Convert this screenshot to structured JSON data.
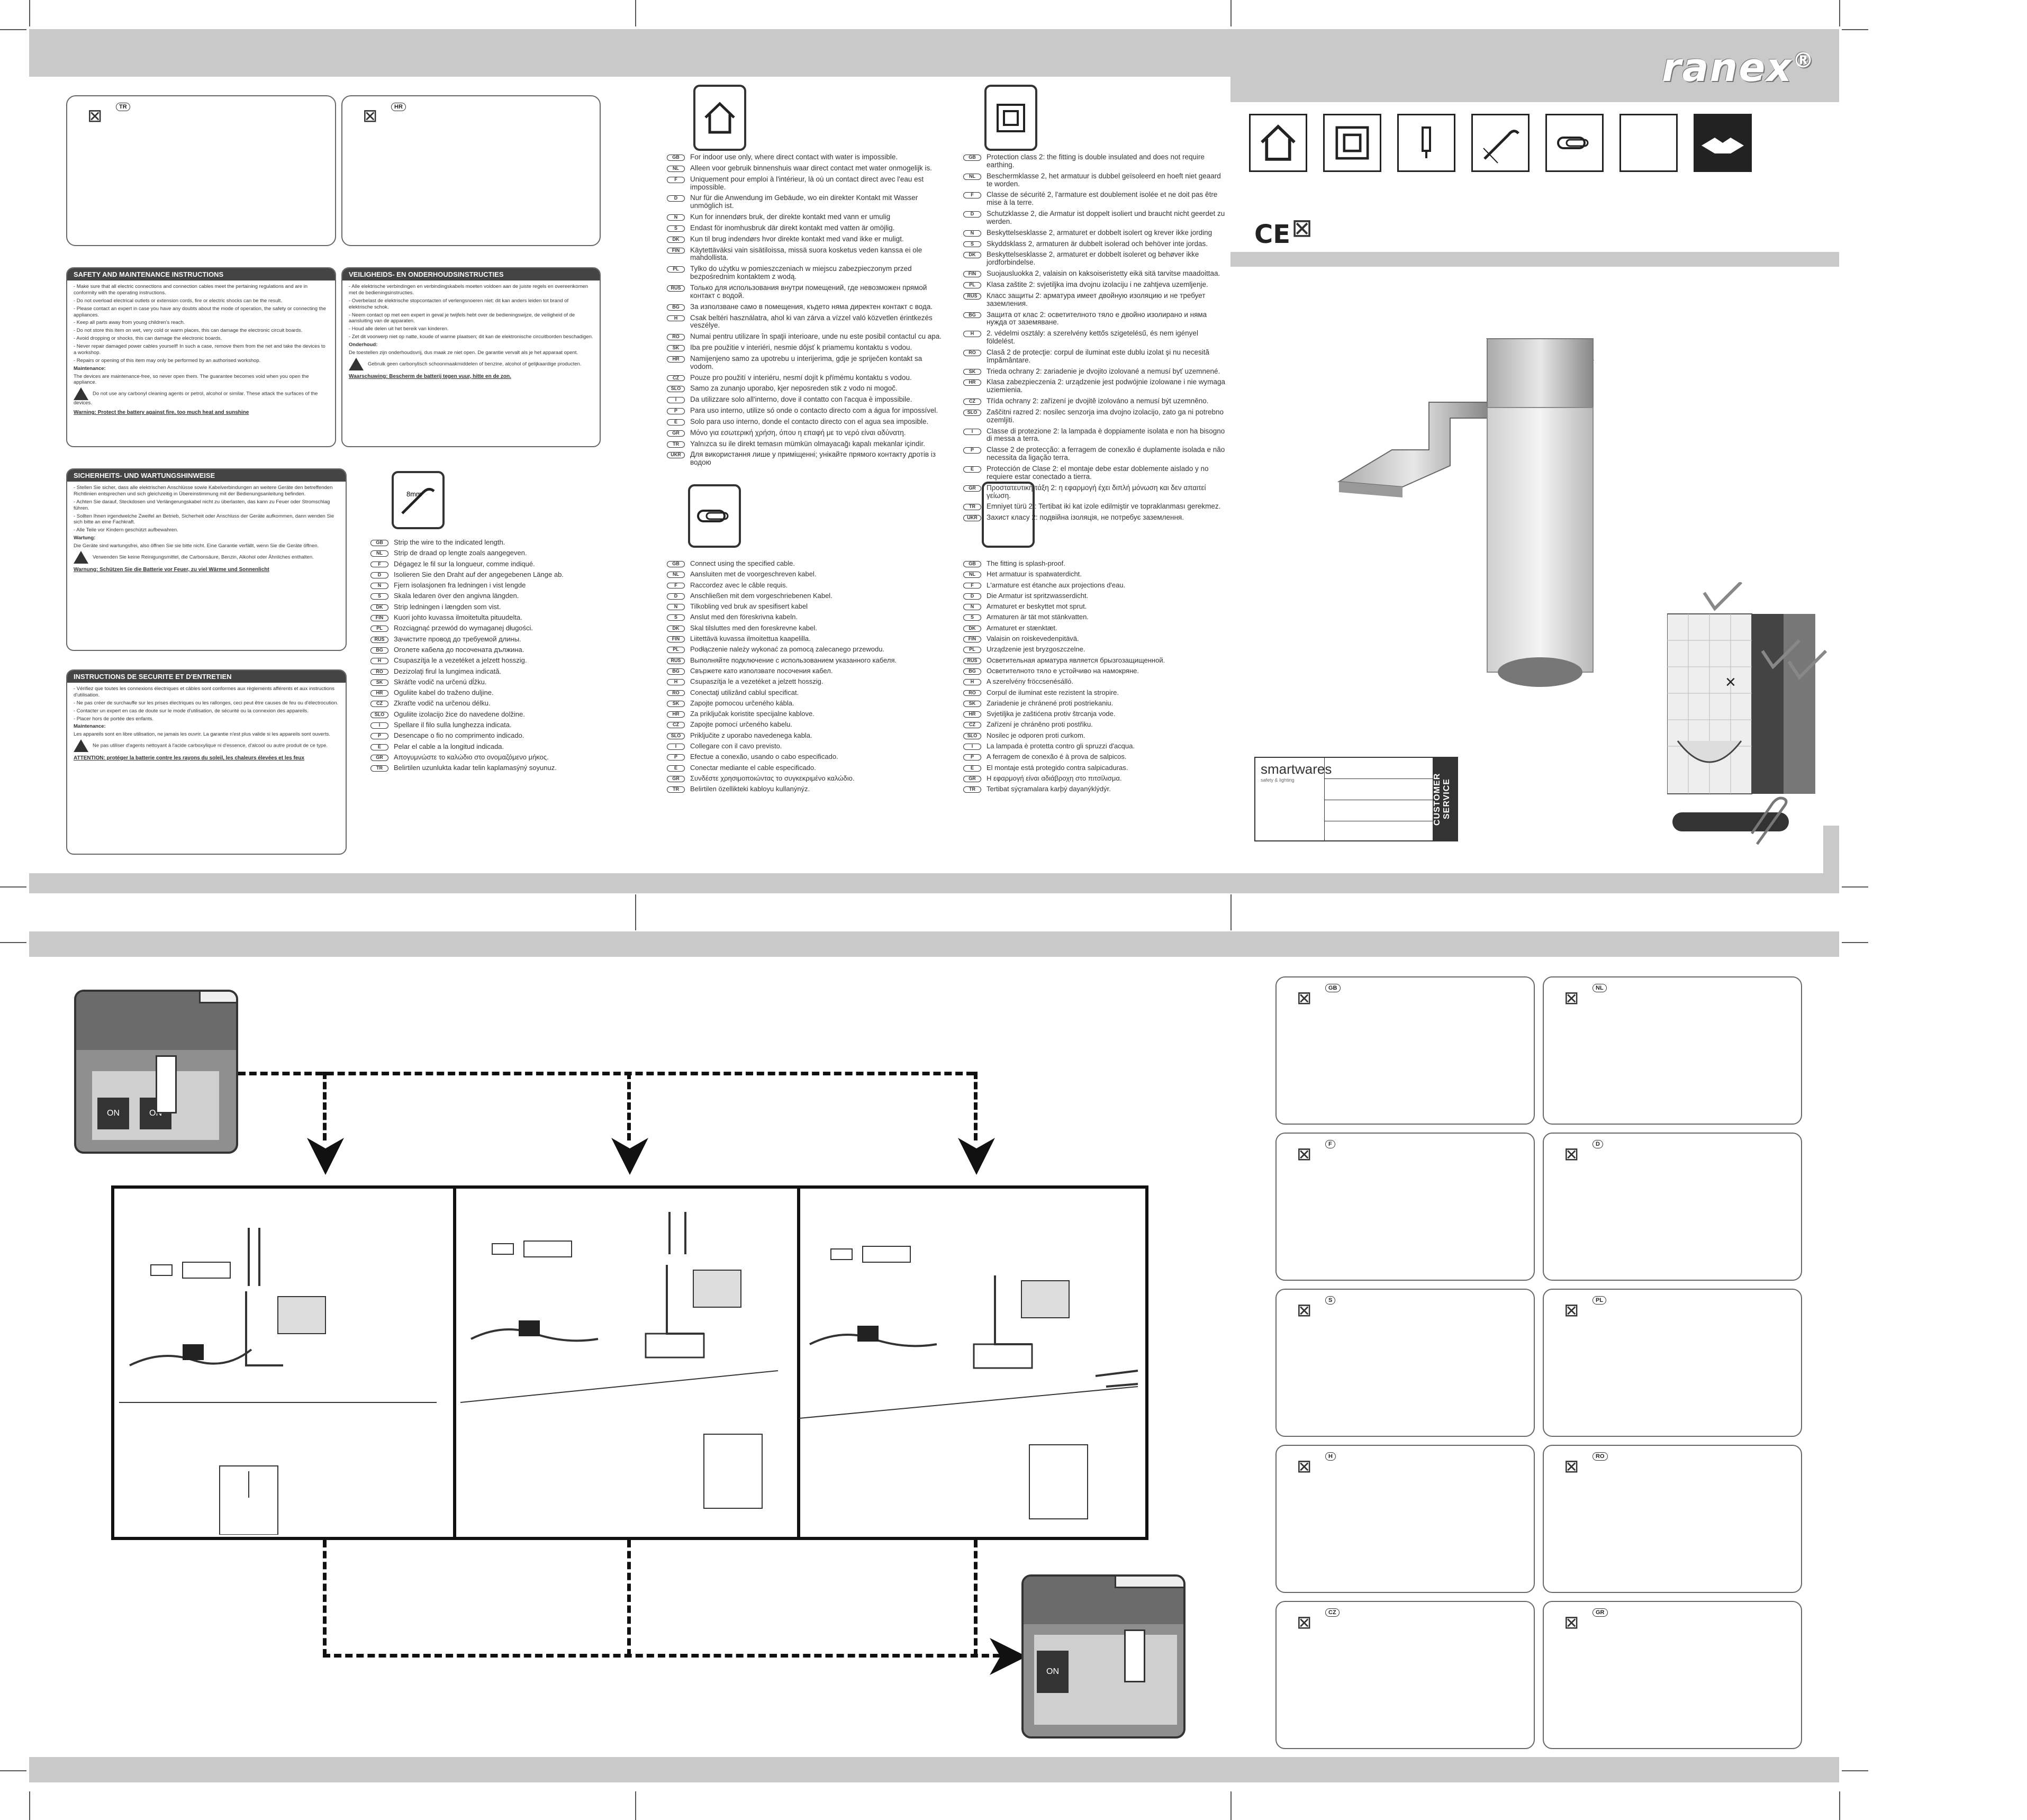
{
  "brand": {
    "name": "ranex",
    "registered": "®"
  },
  "recycle_boxes_top": [
    {
      "lang": "TR"
    },
    {
      "lang": "HR"
    }
  ],
  "safety_blocks": [
    {
      "lang": "GB",
      "title": "SAFETY AND MAINTENANCE INSTRUCTIONS",
      "lines": [
        "- Make sure that all electric connections and connection cables meet the pertaining regulations and are in conformity with the operating instructions.",
        "- Do not overload electrical outlets or extension cords, fire or electric shocks can be the result.",
        "- Please contact an expert in case you have any doubts about the mode of operation, the safety or connecting the appliances.",
        "- Keep all parts away from young children's reach.",
        "- Do not store this item on wet, very cold or warm places, this can damage the electronic circuit boards.",
        "- Avoid dropping or shocks, this can damage the electronic boards.",
        "- Never repair damaged power cables yourself! In such a case, remove them from the net and take the devices to a workshop.",
        "- Repairs or opening of this item may only be performed by an authorised workshop.",
        "Maintenance:",
        "The devices are maintenance-free, so never open them. The guarantee becomes void when you open the appliance."
      ],
      "caution": "Do not use any carbonyl cleaning agents or petrol, alcohol or similar. These attack the surfaces of the devices.",
      "warning": "Warning: Protect the battery against fire, too much heat and sunshine"
    },
    {
      "lang": "NL",
      "title": "VEILIGHEIDS- EN ONDERHOUDSINSTRUCTIES",
      "lines": [
        "- Alle elektrische verbindingen en verbindingskabels moeten voldoen aan de juiste regels en overeenkomen met de bedieningsinstructies.",
        "- Overbelast de elektrische stopcontacten of verlengsnoeren niet; dit kan anders leiden tot brand of elektrische schok.",
        "- Neem contact op met een expert in geval je twijfels hebt over de bedieningswijze, de veiligheid of de aansluiting van de apparaten.",
        "- Houd alle delen uit het bereik van kinderen.",
        "- Zet dit voorwerp niet op natte, koude of warme plaatsen; dit kan de elektronische circuitborden beschadigen.",
        "Onderhoud:",
        "De toestellen zijn onderhoudsvrij, dus maak ze niet open. De garantie vervalt als je het apparaat opent."
      ],
      "caution": "Gebruik geen carbonylisch schoonmaakmiddelen of benzine, alcohol of gelijkaardige producten.",
      "warning": "Waarschuwing: Bescherm de batterij tegen vuur, hitte en de zon."
    },
    {
      "lang": "D",
      "title": "SICHERHEITS- UND WARTUNGSHINWEISE",
      "lines": [
        "- Stellen Sie sicher, dass alle elektrischen Anschlüsse sowie Kabelverbindungen an weitere Geräte den betreffenden Richtlinien entsprechen und sich gleichzeitig in Übereinstimmung mit der Bedienungsanleitung befinden.",
        "- Achten Sie darauf, Steckdosen und Verlängerungskabel nicht zu überlasten, das kann zu Feuer oder Stromschlag führen.",
        "- Sollten Ihnen irgendwelche Zweifel an Betrieb, Sicherheit oder Anschluss der Geräte aufkommen, dann wenden Sie sich bitte an eine Fachkraft.",
        "- Alle Teile vor Kindern geschützt aufbewahren.",
        "Wartung:",
        "Die Geräte sind wartungsfrei, also öffnen Sie sie bitte nicht. Eine Garantie verfällt, wenn Sie die Geräte öffnen."
      ],
      "caution": "Verwenden Sie keine Reinigungsmittel, die Carbonsäure, Benzin, Alkohol oder Ähnliches enthalten.",
      "warning": "Warnung: Schützen Sie die Batterie vor Feuer, zu viel Wärme und Sonnenlicht"
    },
    {
      "lang": "F",
      "title": "INSTRUCTIONS DE SECURITE ET D'ENTRETIEN",
      "lines": [
        "- Vérifiez que toutes les connexions électriques et câbles sont conformes aux règlements afférents et aux instructions d'utilisation.",
        "- Ne pas créer de surchauffe sur les prises électriques ou les rallonges, ceci peut être causes de feu ou d'électrocution.",
        "- Contacter un expert en cas de doute sur le mode d'utilisation, de sécurité ou la connexion des appareils.",
        "- Placer hors de portée des enfants.",
        "Maintenance:",
        "Les appareils sont en libre utilisation, ne jamais les ouvrir. La garantie n'est plus valide si les appareils sont ouverts."
      ],
      "caution": "Ne pas utiliser d'agents nettoyant à l'acide carboxylique ni d'essence, d'alcool ou autre produit de ce type.",
      "warning": "ATTENTION: protéger la batterie contre les rayons du soleil, les chaleurs élevées et les feux"
    }
  ],
  "indoor_use": [
    {
      "code": "GB",
      "text": "For indoor use only, where direct contact with water is impossible."
    },
    {
      "code": "NL",
      "text": "Alleen voor gebruik binnenshuis waar direct contact met water onmogelijk is."
    },
    {
      "code": "F",
      "text": "Uniquement pour emploi à l'intérieur, là où un contact direct avec l'eau est impossible."
    },
    {
      "code": "D",
      "text": "Nur für die Anwendung im Gebäude, wo ein direkter Kontakt mit Wasser unmöglich ist."
    },
    {
      "code": "N",
      "text": "Kun for innendørs bruk, der direkte kontakt med vann er umulig"
    },
    {
      "code": "S",
      "text": "Endast för inomhusbruk där direkt kontakt med vatten är omöjlig."
    },
    {
      "code": "DK",
      "text": "Kun til brug indendørs hvor direkte kontakt med vand ikke er muligt."
    },
    {
      "code": "FIN",
      "text": "Käytettäväksi vain sisätiloissa, missä suora kosketus veden kanssa ei ole mahdollista."
    },
    {
      "code": "PL",
      "text": "Tylko do użytku w pomieszczeniach w miejscu zabezpieczonym przed bezpośrednim kontaktem z wodą."
    },
    {
      "code": "RUS",
      "text": "Только для использования внутри помещений, где невозможен прямой контакт с водой."
    },
    {
      "code": "BG",
      "text": "За използване само в помещения, където няма директен контакт с вода."
    },
    {
      "code": "H",
      "text": "Csak beltéri használatra, ahol ki van zárva a vízzel való közvetlen érintkezés veszélye."
    },
    {
      "code": "RO",
      "text": "Numai pentru utilizare în spaţii interioare, unde nu este posibil contactul cu apa."
    },
    {
      "code": "SK",
      "text": "Iba pre použitie v interiéri, nesmie dôjsť k priamemu kontaktu s vodou."
    },
    {
      "code": "HR",
      "text": "Namijenjeno samo za upotrebu u interijerima, gdje je spriječen kontakt sa vodom."
    },
    {
      "code": "CZ",
      "text": "Pouze pro použití v interiéru, nesmí dojít k přímému kontaktu s vodou."
    },
    {
      "code": "SLO",
      "text": "Samo za zunanjo uporabo, kjer neposreden stik z vodo ni mogoč."
    },
    {
      "code": "I",
      "text": "Da utilizzare solo all'interno, dove il contatto con l'acqua è impossibile."
    },
    {
      "code": "P",
      "text": "Para uso interno, utilize só onde o contacto directo com a água for impossível."
    },
    {
      "code": "E",
      "text": "Solo para uso interno, donde el contacto directo con el agua sea imposible."
    },
    {
      "code": "GR",
      "text": "Μόνο για εσωτερική χρήση, όπου η επαφή με το νερό είναι αδύνατη."
    },
    {
      "code": "TR",
      "text": "Yalnızca su ile direkt temasın mümkün olmayacağı kapalı mekanlar içindir."
    },
    {
      "code": "UKR",
      "text": "Для використання лише у приміщенні; унікайте прямого контакту дротів із водою"
    }
  ],
  "protection_class": [
    {
      "code": "GB",
      "text": "Protection class 2: the fitting is double insulated and does not require earthing."
    },
    {
      "code": "NL",
      "text": "Beschermklasse 2, het armatuur is dubbel geïsoleerd en hoeft niet geaard te worden."
    },
    {
      "code": "F",
      "text": "Classe de sécurité 2, l'armature est doublement isolée et ne doit pas être mise à la terre."
    },
    {
      "code": "D",
      "text": "Schutzklasse 2, die Armatur ist doppelt isoliert und braucht nicht geerdet zu werden."
    },
    {
      "code": "N",
      "text": "Beskyttelsesklasse 2, armaturet er dobbelt isolert og krever ikke jording"
    },
    {
      "code": "S",
      "text": "Skyddsklass 2, armaturen är dubbelt isolerad och behöver inte jordas."
    },
    {
      "code": "DK",
      "text": "Beskyttelsesklasse 2, armaturet er dobbelt isoleret og behøver ikke jordforbindelse."
    },
    {
      "code": "FIN",
      "text": "Suojausluokka 2, valaisin on kaksoiseristetty eikä sitä tarvitse maadoittaa."
    },
    {
      "code": "PL",
      "text": "Klasa zaštite 2: svjetiljka ima dvojnu izolaciju i ne zahtjeva uzemljenje."
    },
    {
      "code": "RUS",
      "text": "Класс защиты 2: арматура имеет двойную изоляцию и не требует заземления."
    },
    {
      "code": "BG",
      "text": "Защита от клас 2: осветителното тяло е двойно изолирано и няма нужда от заземяване."
    },
    {
      "code": "H",
      "text": "2. védelmi osztály: a szerelvény kettős szigetelésű, és nem igényel földelést."
    },
    {
      "code": "RO",
      "text": "Clasă 2 de protecţie: corpul de iluminat este dublu izolat şi nu necesită împământare."
    },
    {
      "code": "SK",
      "text": "Trieda ochrany 2: zariadenie je dvojito izolované a nemusí byť uzemnené."
    },
    {
      "code": "HR",
      "text": "Klasa zabezpieczenia 2: urządzenie jest podwójnie izolowane i nie wymaga uziemienia."
    },
    {
      "code": "CZ",
      "text": "Třída ochrany 2: zařízení je dvojitě izolováno a nemusí být uzemněno."
    },
    {
      "code": "SLO",
      "text": "Zaščitni razred 2: nosilec senzorja ima dvojno izolacijo, zato ga ni potrebno ozemljiti."
    },
    {
      "code": "I",
      "text": "Classe di protezione 2: la lampada è doppiamente isolata e non ha bisogno di messa a terra."
    },
    {
      "code": "P",
      "text": "Classe 2 de protecção: a ferragem de conexão é duplamente isolada e não necessita da ligação terra."
    },
    {
      "code": "E",
      "text": "Protección de Clase 2: el montaje debe estar doblemente aislado y no requiere estar conectado a tierra."
    },
    {
      "code": "GR",
      "text": "Προστατευτική τάξη 2: η εφαρμογή έχει διπλή μόνωση και δεν απαιτεί γείωση."
    },
    {
      "code": "TR",
      "text": "Emniyet türü 2 : Tertibat iki kat izole edilmiştir ve topraklanması gerekmez."
    },
    {
      "code": "UKR",
      "text": "Захист класу 2: подвійна ізоляція, не потребує заземлення."
    }
  ],
  "strip_wire": {
    "dimension": "8mm",
    "items": [
      {
        "code": "GB",
        "text": "Strip the wire to the indicated length."
      },
      {
        "code": "NL",
        "text": "Strip de draad op lengte zoals aangegeven."
      },
      {
        "code": "F",
        "text": "Dégagez le fil sur la longueur, comme indiqué."
      },
      {
        "code": "D",
        "text": "Isolieren Sie den Draht auf der angegebenen Länge ab."
      },
      {
        "code": "N",
        "text": "Fjern isolasjonen fra ledningen i vist lengde"
      },
      {
        "code": "S",
        "text": "Skala ledaren över den angivna längden."
      },
      {
        "code": "DK",
        "text": "Strip ledningen i længden som vist."
      },
      {
        "code": "FIN",
        "text": "Kuori johto kuvassa ilmoitetulta pituudelta."
      },
      {
        "code": "PL",
        "text": "Rozciągnąć przewód do wymaganej długości."
      },
      {
        "code": "RUS",
        "text": "Зачистите провод до требуемой длины."
      },
      {
        "code": "BG",
        "text": "Оголете кабела до посочената дължина."
      },
      {
        "code": "H",
        "text": "Csupaszítja le a vezetéket a jelzett hosszig."
      },
      {
        "code": "RO",
        "text": "Dezizolaţi firul la lungimea indicată."
      },
      {
        "code": "SK",
        "text": "Skráťte vodič na určenú dĺžku."
      },
      {
        "code": "HR",
        "text": "Oguliite kabel do traženo duljine."
      },
      {
        "code": "CZ",
        "text": "Zkraťte vodič na určenou délku."
      },
      {
        "code": "SLO",
        "text": "Oguliite izolacijo žice do navedene dolžine."
      },
      {
        "code": "I",
        "text": "Spellare il filo sulla lunghezza indicata."
      },
      {
        "code": "P",
        "text": "Desencape o fio no comprimento indicado."
      },
      {
        "code": "E",
        "text": "Pelar el cable a la longitud indicada."
      },
      {
        "code": "GR",
        "text": "Απογυμνώστε το καλώδιο στο ονομαζόμενο μήκος."
      },
      {
        "code": "TR",
        "text": "Belirtilen uzunlukta kadar telin kaplamasýný soyunuz."
      }
    ]
  },
  "connect_cable": [
    {
      "code": "GB",
      "text": "Connect using the specified cable."
    },
    {
      "code": "NL",
      "text": "Aansluiten met de voorgeschreven kabel."
    },
    {
      "code": "F",
      "text": "Raccordez avec le câble requis."
    },
    {
      "code": "D",
      "text": "Anschließen mit dem vorgeschriebenen Kabel."
    },
    {
      "code": "N",
      "text": "Tilkobling ved bruk av spesifisert kabel"
    },
    {
      "code": "S",
      "text": "Anslut med den föreskrivna kabeln."
    },
    {
      "code": "DK",
      "text": "Skal tilsluttes med den foreskrevne kabel."
    },
    {
      "code": "FIN",
      "text": "Liitettävä kuvassa ilmoitettua kaapelilla."
    },
    {
      "code": "PL",
      "text": "Podłączenie należy wykonać za pomocą zalecanego przewodu."
    },
    {
      "code": "RUS",
      "text": "Выполняйте подключение с использованием указанного кабеля."
    },
    {
      "code": "BG",
      "text": "Свържете като използвате посочения кабел."
    },
    {
      "code": "H",
      "text": "Csupaszítja le a vezetéket a jelzett hosszig."
    },
    {
      "code": "RO",
      "text": "Conectaţi utilizând cablul specificat."
    },
    {
      "code": "SK",
      "text": "Zapojte pomocou určeného kábla."
    },
    {
      "code": "HR",
      "text": "Za priključak koristite specijalne kablove."
    },
    {
      "code": "CZ",
      "text": "Zapojte pomocí určeného kabelu."
    },
    {
      "code": "SLO",
      "text": "Priključite z uporabo navedenega kabla."
    },
    {
      "code": "I",
      "text": "Collegare con il cavo previsto."
    },
    {
      "code": "P",
      "text": "Efectue a conexão, usando o cabo especificado."
    },
    {
      "code": "E",
      "text": "Conectar mediante el cable especificado."
    },
    {
      "code": "GR",
      "text": "Συνδέστε χρησιμοποιώντας το συγκεκριμένο καλώδιο."
    },
    {
      "code": "TR",
      "text": "Belirtilen özellikteki kabloyu kullanýnýz."
    }
  ],
  "splash_proof": [
    {
      "code": "GB",
      "text": "The fitting is splash-proof."
    },
    {
      "code": "NL",
      "text": "Het armatuur is spatwaterdicht."
    },
    {
      "code": "F",
      "text": "L'armature est étanche aux projections d'eau."
    },
    {
      "code": "D",
      "text": "Die Armatur ist spritzwasserdicht."
    },
    {
      "code": "N",
      "text": "Armaturet er beskyttet mot sprut."
    },
    {
      "code": "S",
      "text": "Armaturen är tät mot stänkvatten."
    },
    {
      "code": "DK",
      "text": "Armaturet er stænktæt."
    },
    {
      "code": "FIN",
      "text": "Valaisin on roiskeveden­pitävä."
    },
    {
      "code": "PL",
      "text": "Urządzenie jest bryzgoszczelne."
    },
    {
      "code": "RUS",
      "text": "Осветительная арматура является брызгозащищенной."
    },
    {
      "code": "BG",
      "text": "Осветителното тяло е устойчиво на намокряне."
    },
    {
      "code": "H",
      "text": "A szerelvény fröccsenésálló."
    },
    {
      "code": "RO",
      "text": "Corpul de iluminat este rezistent la stropire."
    },
    {
      "code": "SK",
      "text": "Zariadenie je chránené proti postriekaniu."
    },
    {
      "code": "HR",
      "text": "Svjetiljka je zaštićena protiv štrcanja vode."
    },
    {
      "code": "CZ",
      "text": "Zařízení je chráněno proti postřiku."
    },
    {
      "code": "SLO",
      "text": "Nosilec je odporen proti curkom."
    },
    {
      "code": "I",
      "text": "La lampada è protetta contro gli spruzzi d'acqua."
    },
    {
      "code": "P",
      "text": "A ferragem de conexão é à prova de salpicos."
    },
    {
      "code": "E",
      "text": "El montaje está protegido contra salpicaduras."
    },
    {
      "code": "GR",
      "text": "Η εφαρμογή είναι αδιάβροχη στο πιτσίλισμα."
    },
    {
      "code": "TR",
      "text": "Tertibat sýçramalara karþý dayanýklýdýr."
    }
  ],
  "service_card": {
    "logo": "smartwares",
    "tagline": "safety & lighting",
    "side_label": "CUSTOMER SERVICE"
  },
  "ce_mark": "CE",
  "recycle_boxes_bottom": [
    {
      "lang": "GB"
    },
    {
      "lang": "NL"
    },
    {
      "lang": "F"
    },
    {
      "lang": "D"
    },
    {
      "lang": "S"
    },
    {
      "lang": "PL"
    },
    {
      "lang": "H"
    },
    {
      "lang": "RO"
    },
    {
      "lang": "CZ"
    },
    {
      "lang": "GR"
    }
  ],
  "breaker_labels": {
    "on1": "ON",
    "on2": "ON",
    "on3": "ON"
  },
  "icons": [
    "indoor-house-icon",
    "class2-double-square-icon",
    "fuse-icon",
    "strip-wire-icon",
    "cable-clip-icon",
    "blank-symbol",
    "handshake-icon"
  ]
}
